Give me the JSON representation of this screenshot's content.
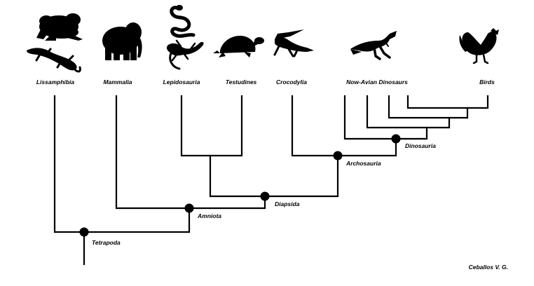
{
  "taxa": {
    "lissamphibia": "Lissamphibia",
    "mammalia": "Mammalia",
    "lepidosauria": "Lepidosauria",
    "testudines": "Testudines",
    "crocodylia": "Crocodylia",
    "non_avian_dinosaurs": "Now-Avian Dinosaurs",
    "birds": "Birds"
  },
  "clades": {
    "tetrapoda": "Tetrapoda",
    "amniota": "Amniota",
    "diapsida": "Diapsida",
    "archosauria": "Archosauria",
    "dinosauria": "Dinosauria"
  },
  "credit": "Ceballos V. G.",
  "icons": [
    "frog-icon",
    "gecko-icon",
    "elephant-icon",
    "snake-icon",
    "lizard-icon",
    "turtle-icon",
    "crocodile-icon",
    "dinosaur-icon",
    "rooster-icon"
  ]
}
